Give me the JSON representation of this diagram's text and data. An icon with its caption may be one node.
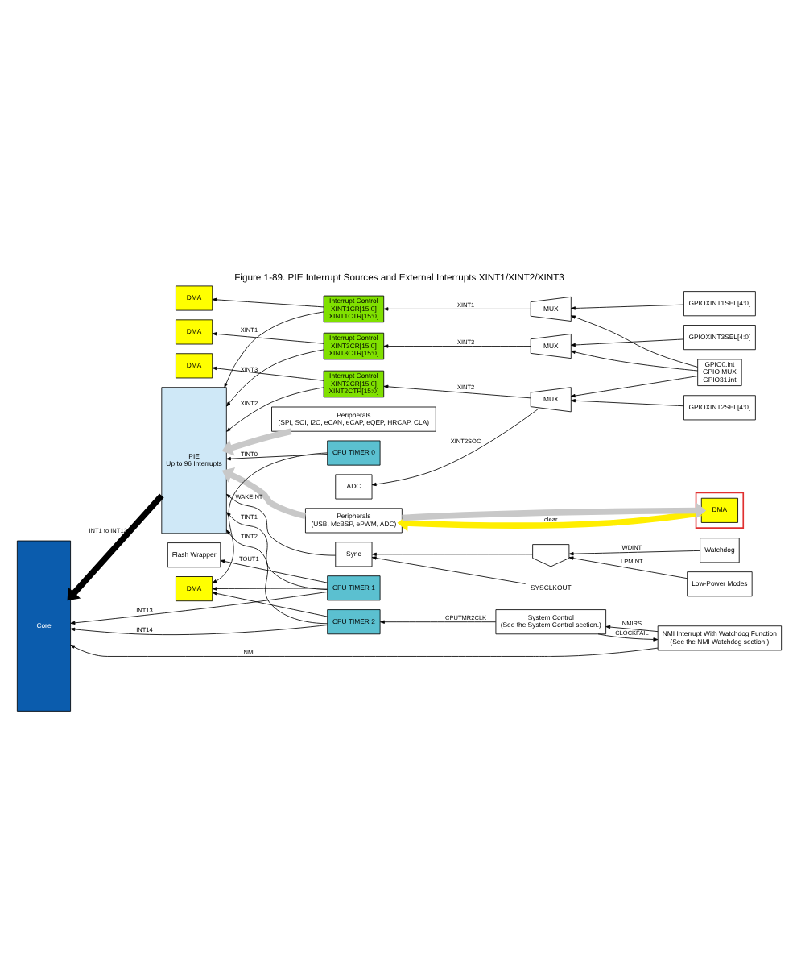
{
  "diagram": {
    "title": "Figure 1-89. PIE Interrupt Sources and External Interrupts XINT1/XINT2/XINT3",
    "nodes": [
      {
        "text": [
          "Core"
        ]
      },
      {
        "text": [
          "PIE",
          "Up to 96 Interrupts"
        ]
      },
      {
        "text": [
          "Peripherals",
          "(SPI, SCI, I2C, eCAN, eCAP, eQEP, HRCAP, CLA)"
        ]
      },
      {
        "text": [],
        "shape": "box"
      },
      {
        "text": [
          "Peripherals",
          "(USB, McBSP, ePWM, ADC)"
        ]
      },
      {
        "text": [
          "DMA"
        ],
        "in": 3
      },
      {
        "text": [
          "Sync"
        ]
      },
      {
        "text": [],
        "shape": "gate"
      },
      {
        "text": [
          "Watchdog"
        ]
      },
      {
        "text": [
          "Low-Power Modes"
        ]
      },
      {
        "text": [
          "SYSCLKOUT"
        ]
      },
      {
        "text": [
          "DMA"
        ]
      },
      {
        "text": [
          "Interrupt Control",
          "XINT1CR[15:0]",
          "XINT1CTR[15:0]"
        ]
      },
      {
        "text": [
          "MUX"
        ]
      },
      {
        "text": [
          "GPIOXINT1SEL[4:0]"
        ]
      },
      {
        "text": [
          "DMA"
        ]
      },
      {
        "text": [
          "ADC"
        ]
      },
      {
        "text": [
          "Interrupt Control",
          "XINT2CR[15:0]",
          "XINT2CTR[15:0]"
        ]
      },
      {
        "text": [
          "MUX"
        ]
      },
      {
        "text": [
          "GPIOXINT2SEL[4:0]"
        ]
      },
      {
        "text": [
          "DMA"
        ]
      },
      {
        "text": [
          "Interrupt Control",
          "XINT3CR[15:0]",
          "XINT3CTR[15:0]"
        ]
      },
      {
        "text": [
          "MUX"
        ]
      },
      {
        "text": [
          "GPIOXINT3SEL[4:0]"
        ]
      },
      {
        "text": [
          "GPIO0.int",
          "GPIO MUX",
          "GPIO31.int"
        ]
      },
      {
        "text": [
          "DMA"
        ]
      },
      {
        "text": [
          "CPU TIMER 0"
        ]
      },
      {
        "text": [
          "CPU TIMER 1"
        ]
      },
      {
        "text": [
          "CPU TIMER 2"
        ]
      },
      {
        "text": [
          "Flash Wrapper"
        ]
      },
      {
        "text": [
          "NMI Interrupt With Watchdog Function",
          "(See the NMI Watchdog section.)"
        ]
      },
      {
        "text": [
          "System Control",
          "(See the System Control section.)"
        ]
      }
    ],
    "edges": [
      {
        "from": 1,
        "to": 0,
        "arrow": "to",
        "label": "INT1 to INT12",
        "style": "thick"
      },
      {
        "from": 2,
        "to": 1,
        "arrow": "to",
        "style": "thick",
        "color": "#c8c8c8"
      },
      {
        "from": 4,
        "to": 1,
        "arrow": "to",
        "style": "thick",
        "color": "#c8c8c8"
      },
      {
        "from": 4,
        "to": 5,
        "arrow": "to",
        "style": "thick",
        "color": "#c8c8c8"
      },
      {
        "from": 5,
        "to": 4,
        "arrow": "to",
        "label": "clear",
        "style": "thick",
        "color": "#ffee00"
      },
      {
        "from": 6,
        "to": 1,
        "arrow": "to",
        "label": "WAKEINT"
      },
      {
        "from": 7,
        "to": 6,
        "arrow": "to"
      },
      {
        "from": 8,
        "to": 7,
        "arrow": "to",
        "label": "WDINT"
      },
      {
        "from": 9,
        "to": 7,
        "arrow": "to",
        "label": "LPMINT"
      },
      {
        "from": 10,
        "to": 6,
        "arrow": "to"
      },
      {
        "from": 12,
        "to": 1,
        "arrow": "to",
        "label": "XINT1"
      },
      {
        "from": 12,
        "to": 11,
        "arrow": "to"
      },
      {
        "from": 13,
        "to": 12,
        "arrow": "to",
        "label": "XINT1"
      },
      {
        "from": 14,
        "to": 13,
        "arrow": "to"
      },
      {
        "from": 24,
        "to": 13,
        "arrow": "to"
      },
      {
        "from": 17,
        "to": 1,
        "arrow": "to",
        "label": "XINT2"
      },
      {
        "from": 17,
        "to": 15,
        "arrow": "to"
      },
      {
        "from": 18,
        "to": 17,
        "arrow": "to",
        "label": "XINT2"
      },
      {
        "from": 18,
        "to": 16,
        "arrow": "to",
        "label": "XINT2SOC"
      },
      {
        "from": 19,
        "to": 18,
        "arrow": "to"
      },
      {
        "from": 24,
        "to": 18,
        "arrow": "to"
      },
      {
        "from": 21,
        "to": 1,
        "arrow": "to",
        "label": "XINT3"
      },
      {
        "from": 21,
        "to": 20,
        "arrow": "to"
      },
      {
        "from": 22,
        "to": 21,
        "arrow": "to",
        "label": "XINT3"
      },
      {
        "from": 23,
        "to": 22,
        "arrow": "to"
      },
      {
        "from": 24,
        "to": 22,
        "arrow": "to"
      },
      {
        "from": 26,
        "to": 1,
        "arrow": "to",
        "label": "TINT0"
      },
      {
        "from": 26,
        "to": 25,
        "arrow": "to"
      },
      {
        "from": 27,
        "to": 1,
        "arrow": "to",
        "label": "TINT1"
      },
      {
        "from": 27,
        "to": 25,
        "arrow": "to"
      },
      {
        "from": 27,
        "to": 0,
        "arrow": "to",
        "label": "INT13"
      },
      {
        "from": 28,
        "to": 1,
        "arrow": "to",
        "label": "TINT2"
      },
      {
        "from": 28,
        "to": 25,
        "arrow": "to"
      },
      {
        "from": 28,
        "to": 0,
        "arrow": "to",
        "label": "INT14"
      },
      {
        "from": 27,
        "to": 29,
        "arrow": "to",
        "label": "TOUT1"
      },
      {
        "from": 31,
        "to": 28,
        "arrow": "to",
        "label": "CPUTMR2CLK"
      },
      {
        "from": 31,
        "to": 30,
        "arrow": "to",
        "label": "CLOCKFAIL"
      },
      {
        "from": 30,
        "to": 31,
        "arrow": "to",
        "label": "NMIRS"
      },
      {
        "from": 30,
        "to": 0,
        "arrow": "to",
        "label": "NMI"
      }
    ]
  }
}
